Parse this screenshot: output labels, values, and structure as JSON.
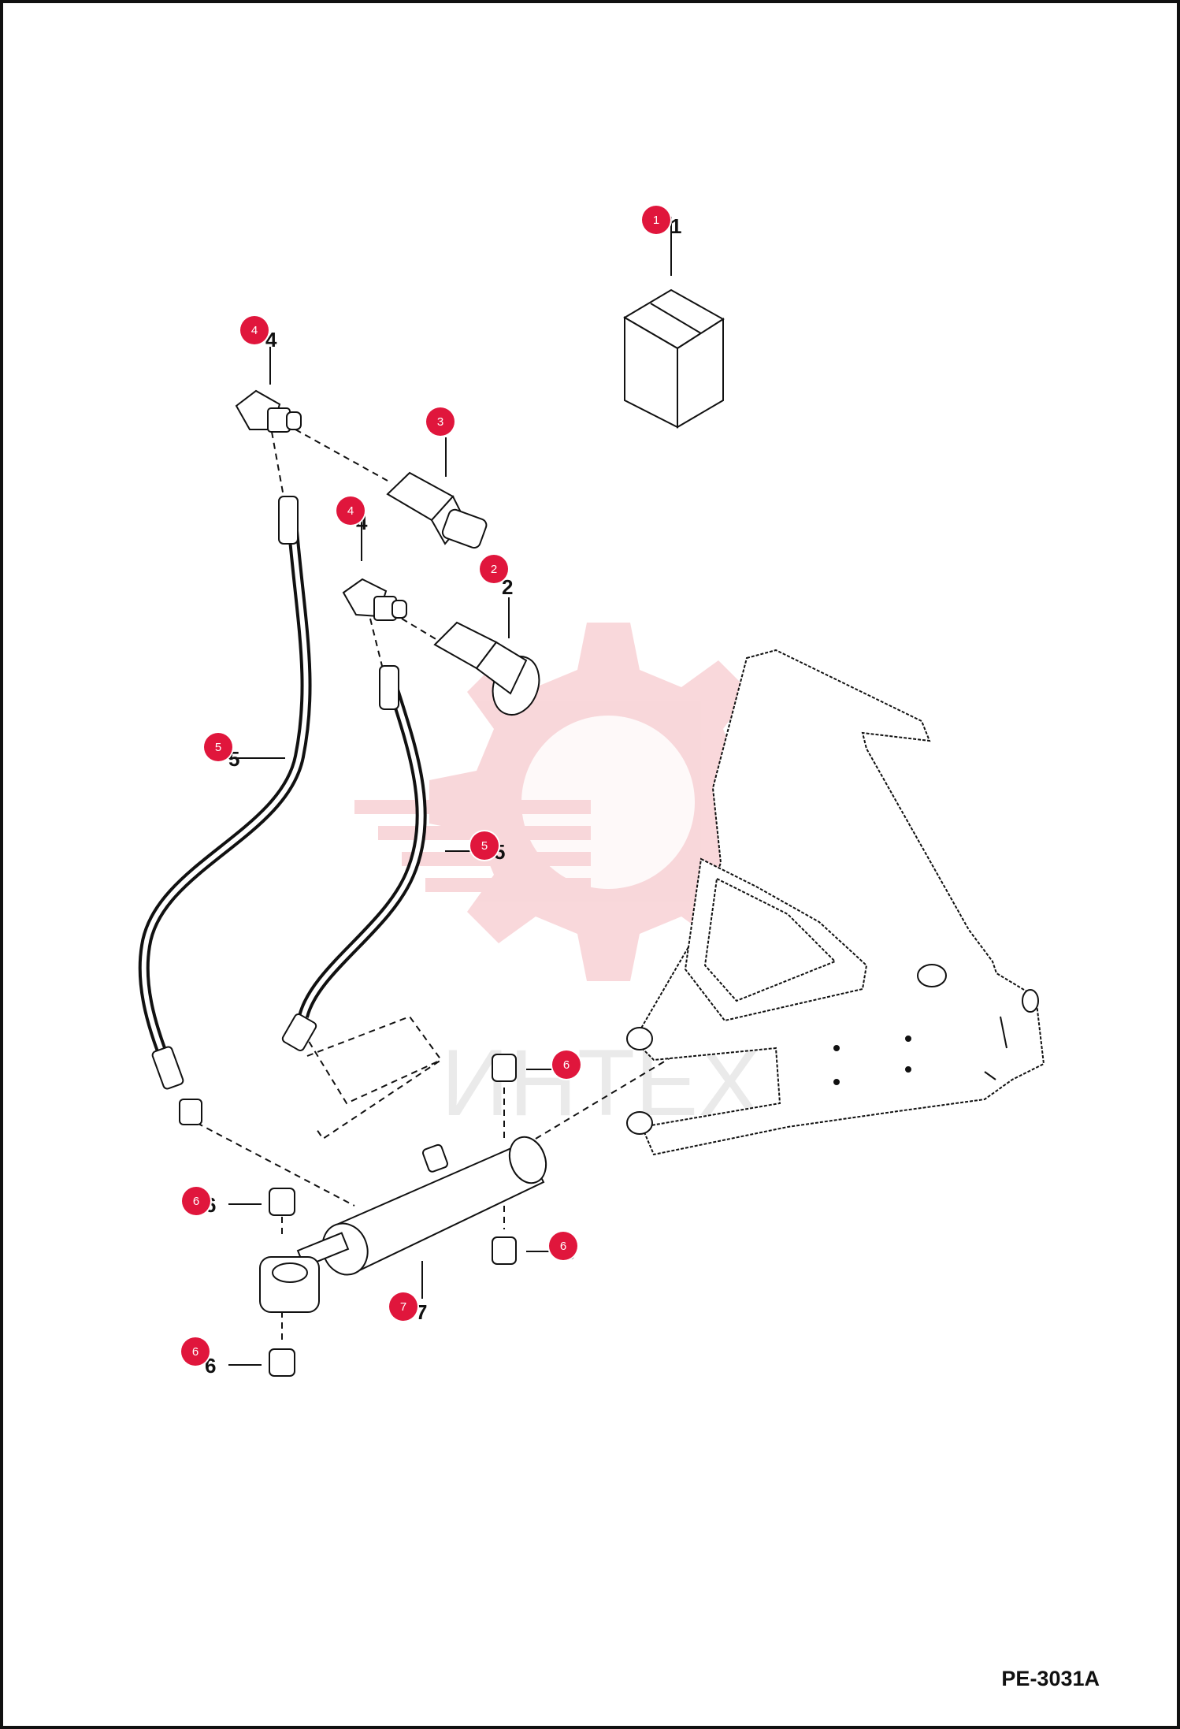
{
  "diagram_code": "PE-3031A",
  "watermark_text": "ИНТЕХ",
  "colors": {
    "callout": "#e0163c",
    "watermark": "#f4b8bd",
    "line": "#111111"
  },
  "callouts": [
    {
      "label": "1",
      "number": "1",
      "part": "kit-box"
    },
    {
      "label": "2",
      "number": "2",
      "part": "coupler-female"
    },
    {
      "label": "3",
      "number": "3",
      "part": "coupler-male"
    },
    {
      "label": "4",
      "number": "4",
      "part": "elbow-fitting-upper"
    },
    {
      "label": "4",
      "number": "4",
      "part": "elbow-fitting-lower"
    },
    {
      "label": "5",
      "number": "5",
      "part": "hose-left"
    },
    {
      "label": "5",
      "number": "5",
      "part": "hose-right"
    },
    {
      "label": "6",
      "number": "6",
      "part": "bushing-top-right"
    },
    {
      "label": "6",
      "number": "6",
      "part": "bushing-left-top"
    },
    {
      "label": "6",
      "number": "6",
      "part": "bushing-right-bottom"
    },
    {
      "label": "6",
      "number": "6",
      "part": "bushing-left-bottom"
    },
    {
      "label": "7",
      "number": "7",
      "part": "hydraulic-cylinder"
    }
  ]
}
